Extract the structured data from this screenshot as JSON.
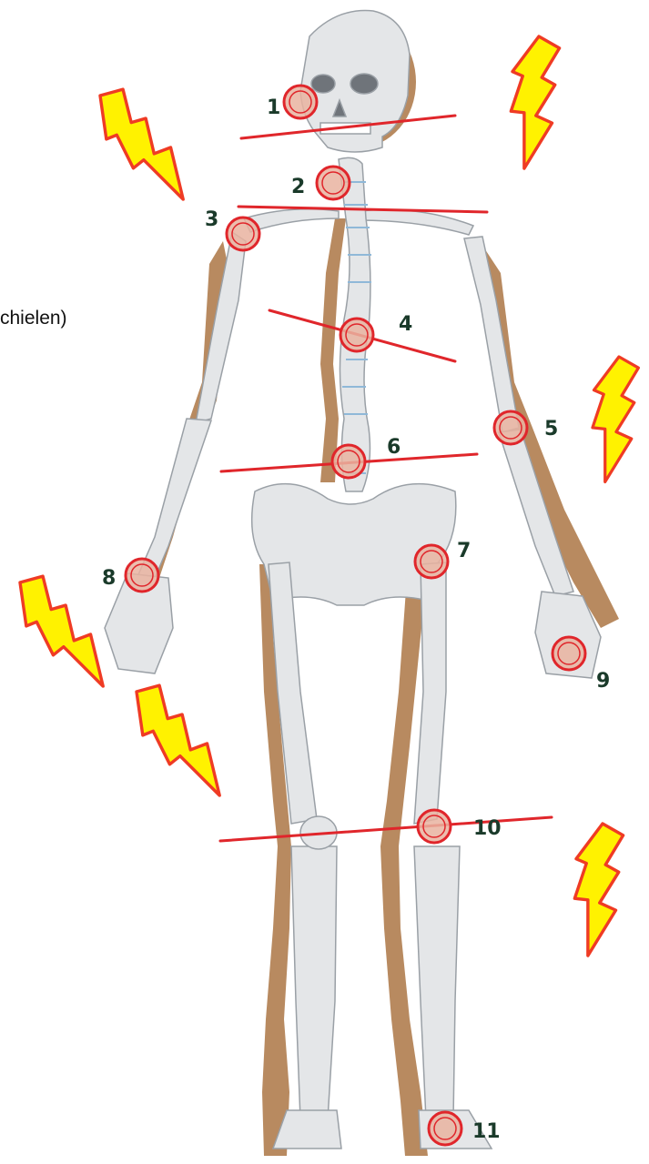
{
  "side_text": "chielen)",
  "colors": {
    "bone": "#e4e6e8",
    "bone_outline": "#9aa0a6",
    "shadow": "#b88a60",
    "marker": "#e0262b",
    "marker_fill": "#e9b3a0",
    "label": "#1a3a2a",
    "bolt_fill": "#fff200",
    "bolt_stroke": "#ef3b24",
    "disc": "#8fb8d8"
  },
  "markers": [
    {
      "id": "1",
      "label": "1"
    },
    {
      "id": "2",
      "label": "2"
    },
    {
      "id": "3",
      "label": "3"
    },
    {
      "id": "4",
      "label": "4"
    },
    {
      "id": "5",
      "label": "5"
    },
    {
      "id": "6",
      "label": "6"
    },
    {
      "id": "7",
      "label": "7"
    },
    {
      "id": "8",
      "label": "8"
    },
    {
      "id": "9",
      "label": "9"
    },
    {
      "id": "10",
      "label": "10"
    },
    {
      "id": "11",
      "label": "11"
    }
  ],
  "bolts": [
    "bolt-icon",
    "bolt-icon",
    "bolt-icon",
    "bolt-icon",
    "bolt-icon",
    "bolt-icon",
    "bolt-icon"
  ]
}
